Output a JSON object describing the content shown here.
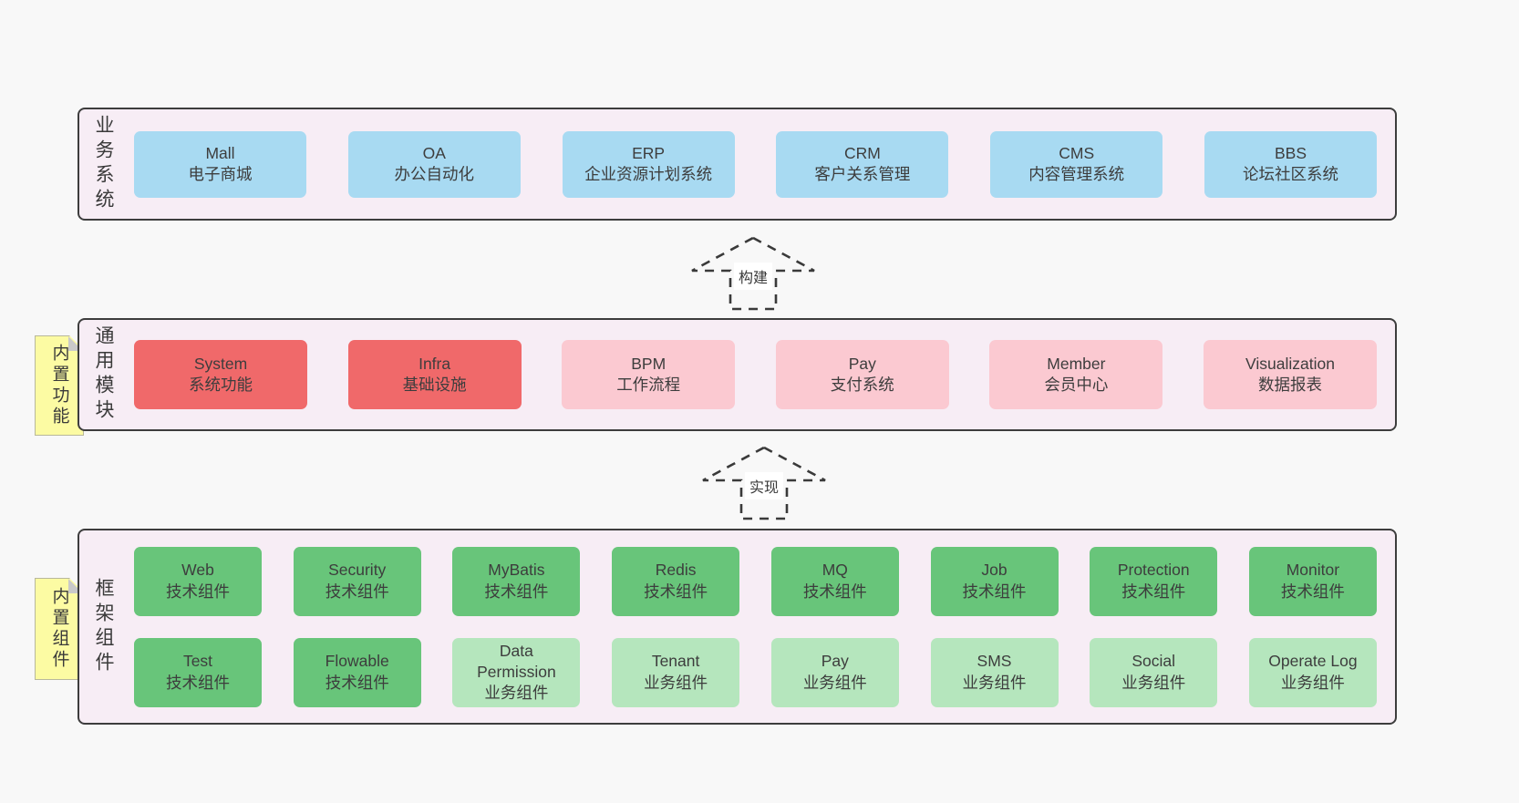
{
  "colors": {
    "page_bg": "#f8f8f8",
    "layer_bg": "#f7edf5",
    "layer_border": "#3d3d3d",
    "text": "#3d3d3d",
    "blue": "#a8daf2",
    "red": "#f0696a",
    "pink": "#fbc9d1",
    "green": "#68c57a",
    "lightgreen": "#b5e6bd",
    "tag_bg": "#fcfba3",
    "tag_fold": "#c9c9c9"
  },
  "arrows": [
    {
      "label": "构建"
    },
    {
      "label": "实现"
    }
  ],
  "layers": [
    {
      "label": "业务系统",
      "tag": null,
      "rows": [
        [
          {
            "title": "Mall",
            "subtitle": "电子商城",
            "variant": "blue"
          },
          {
            "title": "OA",
            "subtitle": "办公自动化",
            "variant": "blue"
          },
          {
            "title": "ERP",
            "subtitle": "企业资源计划系统",
            "variant": "blue"
          },
          {
            "title": "CRM",
            "subtitle": "客户关系管理",
            "variant": "blue"
          },
          {
            "title": "CMS",
            "subtitle": "内容管理系统",
            "variant": "blue"
          },
          {
            "title": "BBS",
            "subtitle": "论坛社区系统",
            "variant": "blue"
          }
        ]
      ]
    },
    {
      "label": "通用模块",
      "tag": "内置功能",
      "rows": [
        [
          {
            "title": "System",
            "subtitle": "系统功能",
            "variant": "red"
          },
          {
            "title": "Infra",
            "subtitle": "基础设施",
            "variant": "red"
          },
          {
            "title": "BPM",
            "subtitle": "工作流程",
            "variant": "pink"
          },
          {
            "title": "Pay",
            "subtitle": "支付系统",
            "variant": "pink"
          },
          {
            "title": "Member",
            "subtitle": "会员中心",
            "variant": "pink"
          },
          {
            "title": "Visualization",
            "subtitle": "数据报表",
            "variant": "pink"
          }
        ]
      ]
    },
    {
      "label": "框架组件",
      "tag": "内置组件",
      "rows": [
        [
          {
            "title": "Web",
            "subtitle": "技术组件",
            "variant": "green"
          },
          {
            "title": "Security",
            "subtitle": "技术组件",
            "variant": "green"
          },
          {
            "title": "MyBatis",
            "subtitle": "技术组件",
            "variant": "green"
          },
          {
            "title": "Redis",
            "subtitle": "技术组件",
            "variant": "green"
          },
          {
            "title": "MQ",
            "subtitle": "技术组件",
            "variant": "green"
          },
          {
            "title": "Job",
            "subtitle": "技术组件",
            "variant": "green"
          },
          {
            "title": "Protection",
            "subtitle": "技术组件",
            "variant": "green"
          },
          {
            "title": "Monitor",
            "subtitle": "技术组件",
            "variant": "green"
          }
        ],
        [
          {
            "title": "Test",
            "subtitle": "技术组件",
            "variant": "green"
          },
          {
            "title": "Flowable",
            "subtitle": "技术组件",
            "variant": "green"
          },
          {
            "title": "Data Permission",
            "subtitle": "业务组件",
            "variant": "lightgreen"
          },
          {
            "title": "Tenant",
            "subtitle": "业务组件",
            "variant": "lightgreen"
          },
          {
            "title": "Pay",
            "subtitle": "业务组件",
            "variant": "lightgreen"
          },
          {
            "title": "SMS",
            "subtitle": "业务组件",
            "variant": "lightgreen"
          },
          {
            "title": "Social",
            "subtitle": "业务组件",
            "variant": "lightgreen"
          },
          {
            "title": "Operate Log",
            "subtitle": "业务组件",
            "variant": "lightgreen"
          }
        ]
      ]
    }
  ]
}
